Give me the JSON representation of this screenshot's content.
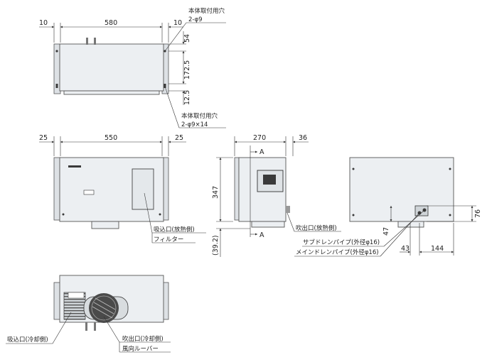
{
  "top_view": {
    "dims": {
      "left": "10",
      "width": "580",
      "right": "10",
      "h1": "54",
      "h2": "172.5",
      "h3": "12.5"
    },
    "note_top_l1": "本体取付用穴",
    "note_top_l2": "2-φ9",
    "note_bot_l1": "本体取付用穴",
    "note_bot_l2": "2-φ9×14"
  },
  "front_view": {
    "dims": {
      "left": "25",
      "width": "550",
      "right": "25"
    },
    "inlet_label": "吸込口(放熱側)",
    "filter_label": "フィルター"
  },
  "side_view": {
    "dims": {
      "depth": "270",
      "back": "36",
      "height": "347",
      "bottom": "(39.2)"
    },
    "section_a1": "A",
    "section_a2": "A",
    "outlet_label": "吹出口(放熱側)"
  },
  "rear_view": {
    "dims": {
      "d76": "76",
      "d47": "47",
      "d43": "43",
      "d144": "144"
    },
    "sub_drain": "サブドレンパイプ(外径φ16)",
    "main_drain": "メインドレンパイプ(外径φ16)"
  },
  "bottom_view": {
    "inlet_label": "吸込口(冷却側)",
    "outlet_label": "吹出口(冷却側)",
    "louver_label": "風向ルーバー"
  }
}
